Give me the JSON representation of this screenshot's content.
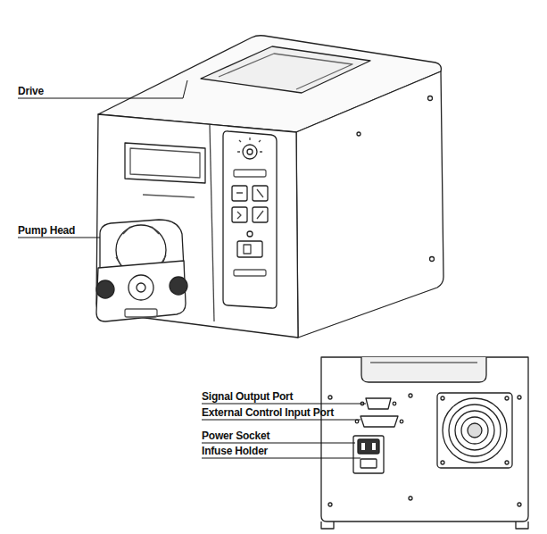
{
  "diagram": {
    "labels": [
      "Drive",
      "Pump Head",
      "Signal Output Port",
      "External Control Input Port",
      "Power Socket",
      "Infuse Holder"
    ]
  }
}
